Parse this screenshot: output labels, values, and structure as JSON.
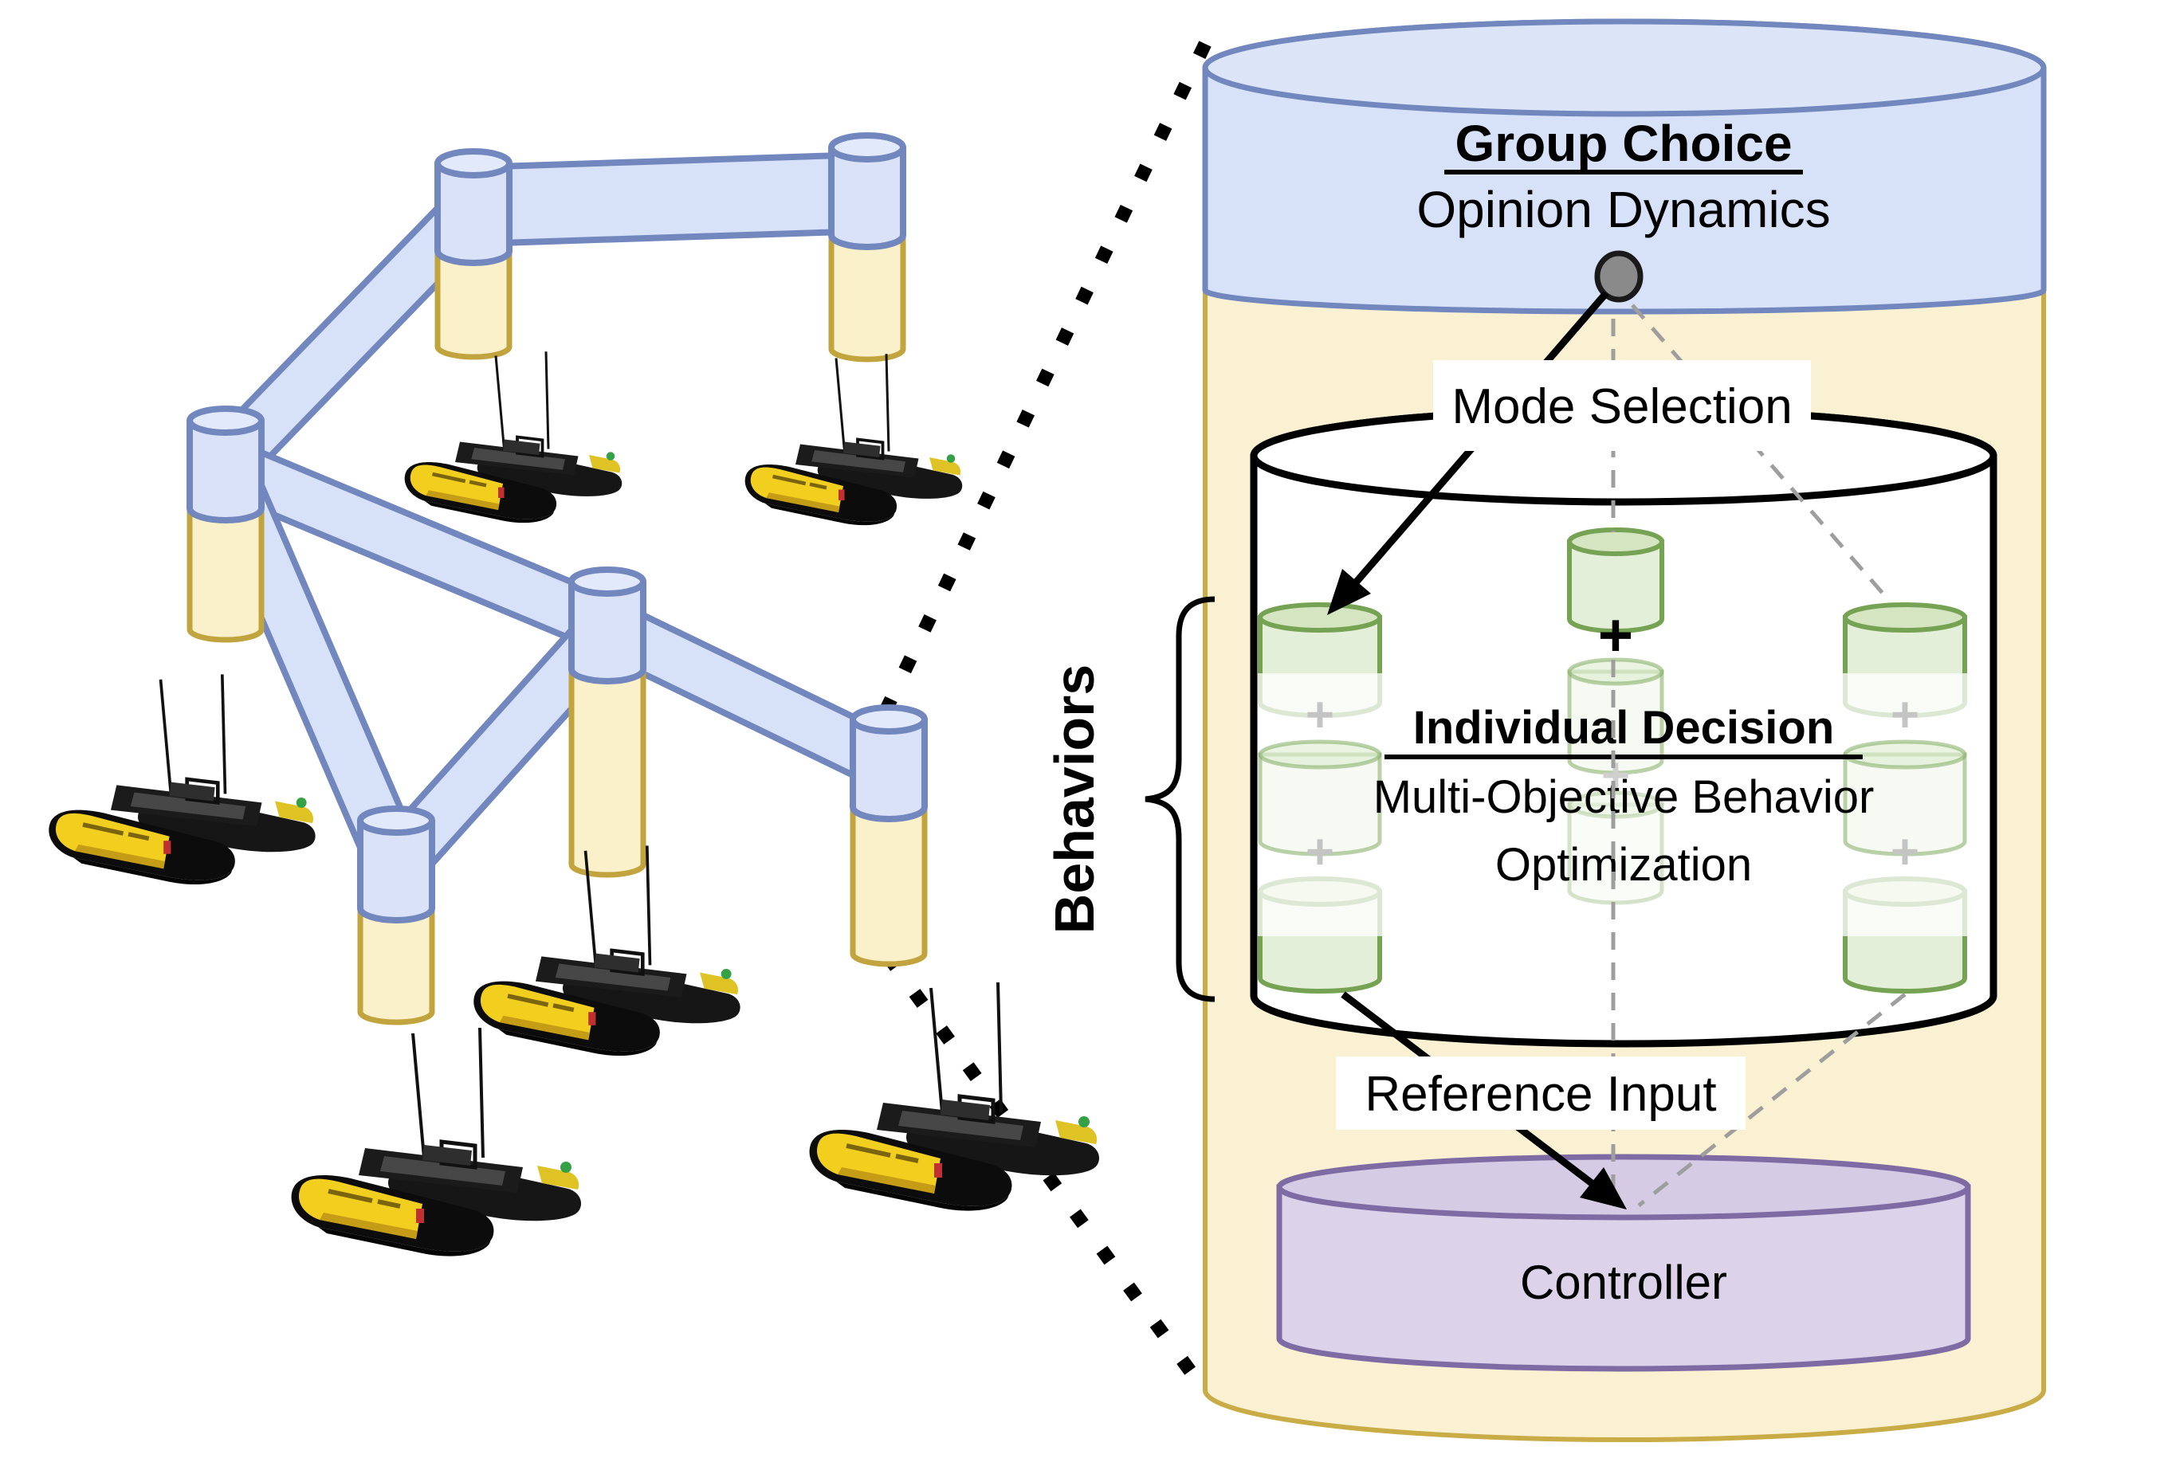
{
  "labels": {
    "group_choice_title": "Group Choice",
    "group_choice_subtitle": "Opinion Dynamics",
    "mode_selection": "Mode Selection",
    "individual_decision_title": "Individual Decision",
    "individual_decision_line1": "Multi-Objective Behavior",
    "individual_decision_line2": "Optimization",
    "reference_input": "Reference Input",
    "controller": "Controller",
    "behaviors": "Behaviors",
    "plus": "+"
  },
  "colors": {
    "outer-fill": "#FAF1D3",
    "outer-stroke": "#C9AC46",
    "band-fill": "#D7E1F7",
    "band-stroke": "#7287BD",
    "node-fill": "#D9E2F7",
    "spar-fill": "#FAF0CA",
    "spar-stroke": "#C2A43E",
    "behavior-fill": "#E3EFD9",
    "behavior-top": "#D5E5C2",
    "behavior-stroke": "#76A353",
    "controller-fill": "#DCD3EA",
    "controller-top": "#D5CBE5",
    "controller-stroke": "#7E6BA4",
    "dashed-gray": "#9E9E9E",
    "dot-fill": "#8A8A8A",
    "plus-gray": "#C4C4C4",
    "boat-yellow": "#F2CE1F",
    "boat-hull": "#0C0C0C"
  }
}
